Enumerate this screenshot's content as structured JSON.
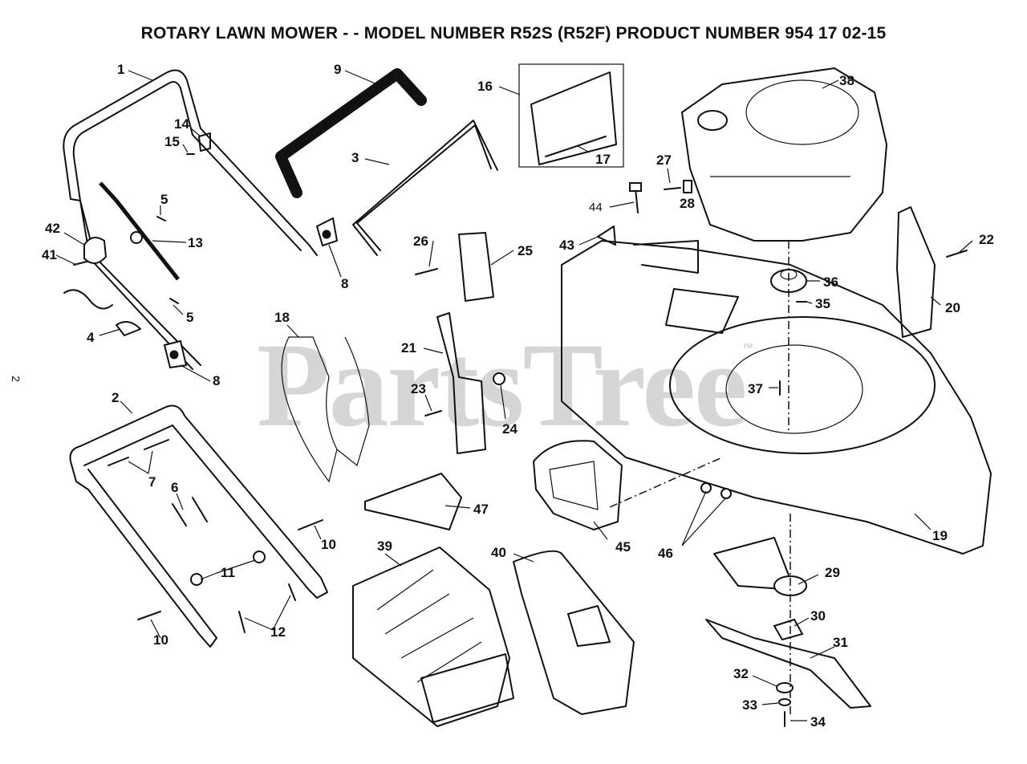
{
  "title": "ROTARY LAWN MOWER - - MODEL NUMBER R52S (R52F) PRODUCT NUMBER 954 17 02-15",
  "page_number": "2",
  "watermark": "PartsTree",
  "trademark": "™",
  "callouts": {
    "c1": "1",
    "c2": "2",
    "c3": "3",
    "c4": "4",
    "c5a": "5",
    "c5b": "5",
    "c6": "6",
    "c7": "7",
    "c8a": "8",
    "c8b": "8",
    "c9": "9",
    "c10a": "10",
    "c10b": "10",
    "c11": "11",
    "c12": "12",
    "c13": "13",
    "c14": "14",
    "c15": "15",
    "c16": "16",
    "c17": "17",
    "c18": "18",
    "c19": "19",
    "c20": "20",
    "c21": "21",
    "c22": "22",
    "c23": "23",
    "c24": "24",
    "c25": "25",
    "c26": "26",
    "c27": "27",
    "c28": "28",
    "c29": "29",
    "c30": "30",
    "c31": "31",
    "c32": "32",
    "c33": "33",
    "c34": "34",
    "c35": "35",
    "c36": "36",
    "c37": "37",
    "c38": "38",
    "c39": "39",
    "c40": "40",
    "c41": "41",
    "c42": "42",
    "c43": "43",
    "c44": "44",
    "c45": "45",
    "c46": "46",
    "c47": "47"
  }
}
